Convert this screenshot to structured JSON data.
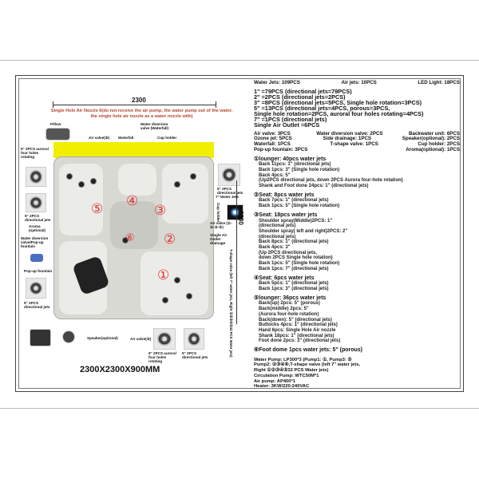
{
  "diagram": {
    "width_dim": "2300",
    "height_dim": "2300",
    "note": "Single Hole Air Nozzle 6(do not receive the air pump, the water pump out of the water, the single hole air nozzle as a water nozzle with)",
    "labels": {
      "pillow": "Pillow",
      "air_valve_5": "Air valve(⑤)",
      "waterfall": "Waterfall",
      "water_diversion": "Water diversion valve (Waterfall)",
      "cup_holder": "Cup holder",
      "auroral_left": "5\" 2PCS auroral four holes rotating",
      "directional_right": "5\" 2PCS directional jets",
      "water_jets_7": "7\" Water Jets",
      "cup_holder_right": "Cup holder",
      "air_valve_multi": "Air valve (①-②-③-⑤)",
      "single_air_outlet": "Single Air Outlet drainage",
      "directional_left1": "5\" 2PCS directional jets",
      "aroma": "Aroma (optional)",
      "diversion_popup": "Water diversion valve/Pop-up fountain",
      "popup": "Pop-up fountain",
      "directional_left2": "5\" 2PCS directional jets",
      "tshape": "T-shape valve (left 7\" water jets, Right ①②③④⑤32 PCS Water jets)",
      "speaker": "Speaker(optional)",
      "air_valve_3": "Air valve(③)",
      "auroral_bottom": "5\" 2PCS auroral four holes rotating",
      "directional_bottom": "5\" 2PCS directional jets"
    },
    "seat_numbers": [
      "①",
      "②",
      "③",
      "④",
      "⑤",
      "⑥"
    ],
    "size": "2300X2300X900MM"
  },
  "specs": {
    "top_row": [
      "Water Jets: 109PCS",
      "Air jets: 10PCS",
      "LED Light: 18PCS"
    ],
    "jets": [
      "1\" =79PCS (directional jets=79PCS)",
      "2\" =2PCS (directional jets=2PCS)",
      "3\" =8PCS (directional jets=5PCS, Single hole rotation=3PCS)",
      "5\" =13PCS (directional jets=4PCS, porous=3PCS,",
      "Single hole rotation=2PCS, auroral four holes rotating=4PCS)",
      "7\" =1PCS (directional jets)",
      "Single Air Outlet =6PCS"
    ],
    "parts": [
      [
        "Air valve: 3PCS",
        "Water diversion valve: 2PCS",
        "Backwater unit: 6PCS"
      ],
      [
        "Ozone jet: 5PCS",
        "Side drainage: 1PCS",
        "Speaker(optional): 2PCS"
      ],
      [
        "Waterfall: 1PCS",
        "T-shape valve: 1PCS",
        "Cup holder: 2PCS"
      ],
      [
        "Pop-up fountain: 3PCS",
        "Aroma(optional): 1PCS"
      ]
    ],
    "sections": [
      {
        "title": "①lounger: 40pcs water jets",
        "lines": [
          "Back 11pcs: 1\" (directional jets)",
          "Back 1pcs: 3\" (Single hole rotation)",
          "Back 4pcs: 5\"",
          "(Up2PCS directional jets, down 2PCS Aurora four-hole rotation)",
          "Shank and Foot done 24pcs: 1\" (directional jets)"
        ]
      },
      {
        "title": "②Seat: 8pcs water jets",
        "lines": [
          "Back 7pcs: 1\" (directional jets)",
          "Back 1pcs: 5\" (Single hole rotation)"
        ]
      },
      {
        "title": "③Seat: 18pcs water jets",
        "lines": [
          "Shoulder spray(Middle)2PCS: 1\"",
          "(directional jets)",
          "Shoulder spray( left and right)2PCS: 2\"",
          "(directional jets)",
          "Back 8pcs: 1\" (directional jets)",
          "Back 4pcs: 3\"",
          "(Up 2PCS directional jets,",
          "down 2PCS Single hole rotation)",
          "Back 1pcs: 5\" (Single hole rotation)",
          "Back 1pcs: 7\" (directional jets)"
        ]
      },
      {
        "title": "④Seat: 6pcs water jets",
        "lines": [
          "Back 5pcs: 1\" (directional jets)",
          "Back 1pcs: 3\" (directional jets)"
        ]
      },
      {
        "title": "⑤lounger: 36pcs water jets",
        "lines": [
          "Back(up) 2pcs: 5\" (porous)",
          "Back(middle) 2pcs: 5\"",
          "(Aurora four-hole rotation)",
          "Back(down): 5\" (directional jets)",
          "Buttocks 4pcs: 1\" (directional jets)",
          "Hand 6pcs: Single Hole Air nozzle",
          "Shank 18pcs: 1\" (directional jets)",
          "Foot done 2pcs: 3\" (directional jets)"
        ]
      },
      {
        "title": "⑥Foot dome 1pcs water jets: 5\" (porous)",
        "lines": []
      }
    ],
    "equipment": [
      "Water Pump: LP300*3 (Pump1: ①, Pump3: ⑤",
      "Pump2: ②③④⑥,T-shape valve (left 7\" water jets,",
      "Right ①②③④⑤32 PCS Water jets)",
      "Circulation Pump: WTC50M*1",
      "Air pump: AP400*1",
      "Heater: 3KW/220-240VAC"
    ]
  }
}
